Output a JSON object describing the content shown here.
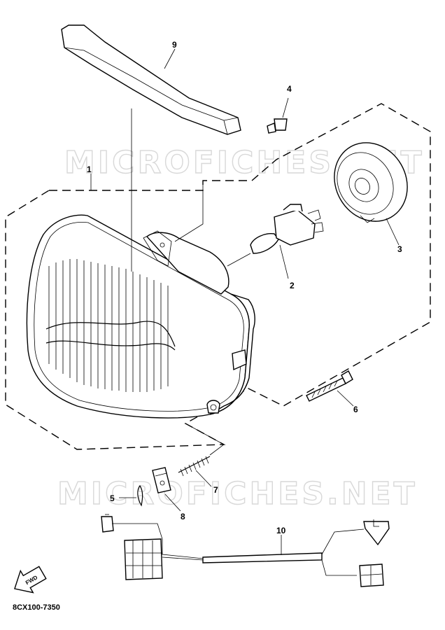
{
  "watermark": {
    "text": "MICROFICHES.NET"
  },
  "diagram_code": "8CX100-7350",
  "fwd_label": "FWD",
  "callouts": [
    {
      "id": "1",
      "label": "1"
    },
    {
      "id": "2",
      "label": "2"
    },
    {
      "id": "3",
      "label": "3"
    },
    {
      "id": "4",
      "label": "4"
    },
    {
      "id": "5",
      "label": "5"
    },
    {
      "id": "6",
      "label": "6"
    },
    {
      "id": "7",
      "label": "7"
    },
    {
      "id": "8",
      "label": "8"
    },
    {
      "id": "9",
      "label": "9"
    },
    {
      "id": "10",
      "label": "10"
    }
  ]
}
